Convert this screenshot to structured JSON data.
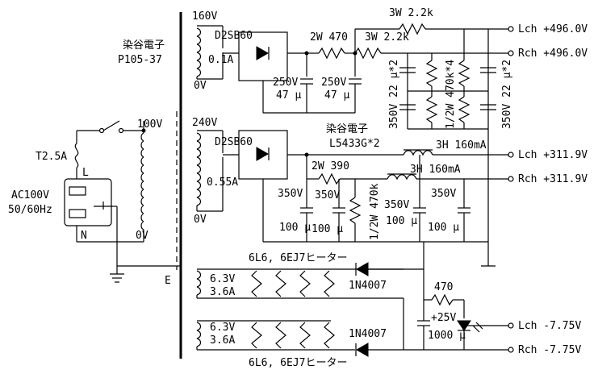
{
  "labels": {
    "maker_top": "染谷電子",
    "model_top": "P105-37",
    "v160": "160V",
    "v0_top": "0V",
    "bridge1": "D2SB60",
    "i01": "0.1A",
    "r1": "2W 470",
    "r2": "3W 2.2k",
    "r3": "3W 2.2k",
    "c1v": "250V",
    "c1u": "47 μ",
    "c2v": "250V",
    "c2u": "47 μ",
    "c3": "350V 22 μ*2",
    "r4": "1/2W 470k*4",
    "c4": "350V 22 μ*2",
    "out1": "Lch +496.0V",
    "out2": "Rch +496.0V",
    "fuse": "T2.5A",
    "v100": "100V",
    "lbl_l": "L",
    "lbl_n": "N",
    "ac": "AC100V",
    "hz": "50/60Hz",
    "v0_pri": "0V",
    "lbl_e": "E",
    "v240": "240V",
    "bridge2": "D2SB60",
    "i055": "0.55A",
    "v0_mid": "0V",
    "maker_mid": "染谷電子",
    "choke": "L5433G*2",
    "choke1": "3H 160mA",
    "choke2": "3H 160mA",
    "r5": "2W 390",
    "c5v": "350V",
    "c5u": "100 μ",
    "c6v": "350V",
    "c6u": "100 μ",
    "r6": "1/2W 470k",
    "c7v": "350V",
    "c7u": "100 μ",
    "c8v": "350V",
    "c8u": "100 μ",
    "out3": "Lch +311.9V",
    "out4": "Rch +311.9V",
    "heater_top": "6L6, 6EJ7ヒーター",
    "h1v": "6.3V",
    "h1a": "3.6A",
    "h2v": "6.3V",
    "h2a": "3.6A",
    "d1": "1N4007",
    "d2": "1N4007",
    "r7": "470",
    "c9v": "+25V",
    "c9u": "1000 μ",
    "heater_bot": "6L6, 6EJ7ヒーター",
    "out5": "Lch -7.75V",
    "out6": "Rch -7.75V"
  }
}
